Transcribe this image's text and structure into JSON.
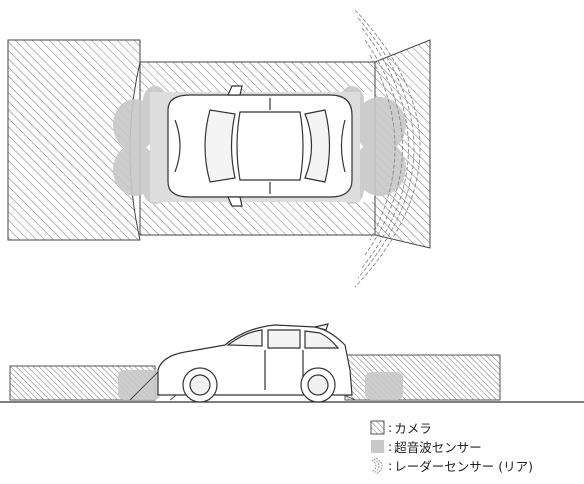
{
  "legend": [
    {
      "key": "camera",
      "label": "カメラ"
    },
    {
      "key": "ultrasonic",
      "label": "超音波センサー"
    },
    {
      "key": "radar",
      "label": "レーダーセンサー (リア)"
    }
  ],
  "separator": ":",
  "colors": {
    "hatch": "#555555",
    "ultrasonic_fill": "#c8c8c8",
    "radar_arc": "#888888",
    "line": "#333333"
  }
}
